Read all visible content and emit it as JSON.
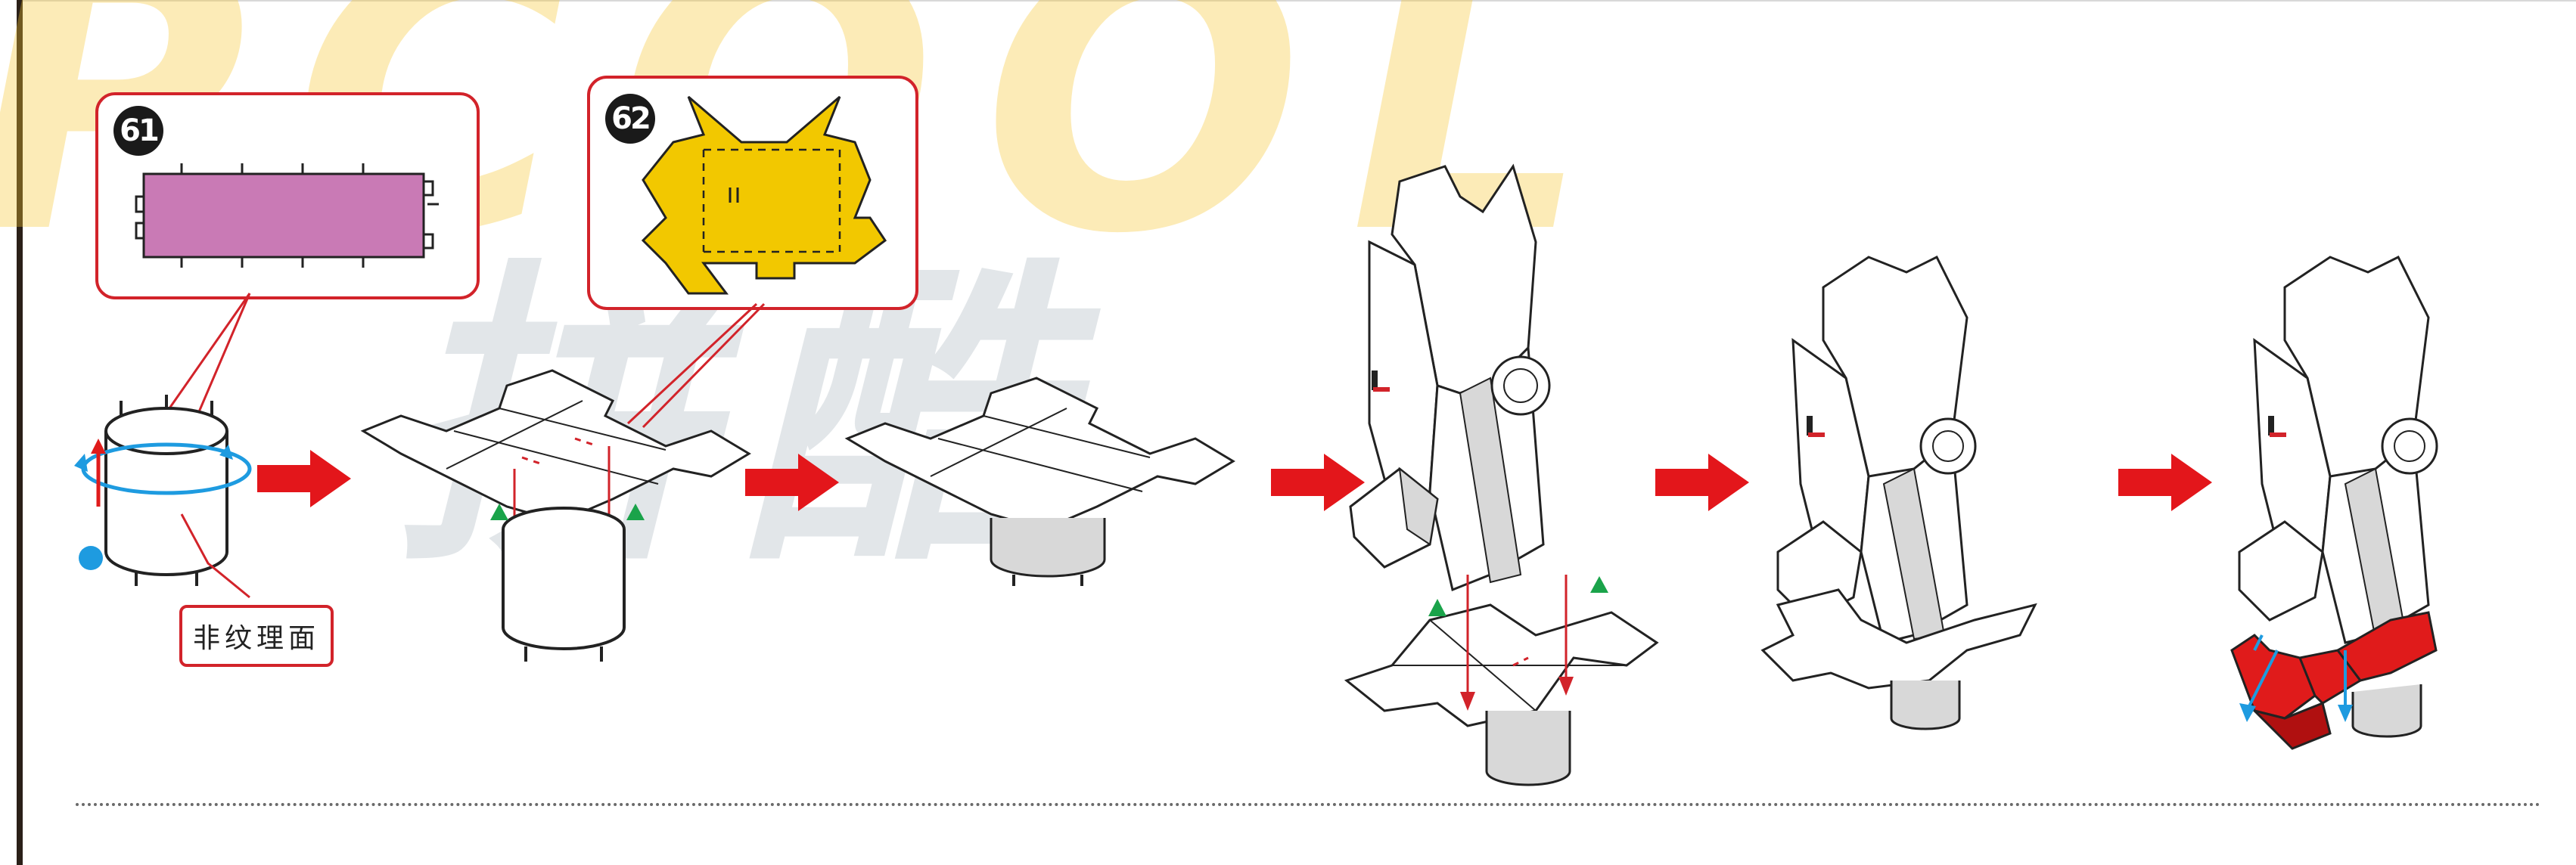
{
  "watermark": {
    "latin": "PCOOL",
    "chinese": "拼酷"
  },
  "steps": [
    {
      "id": "a",
      "part": "cylinder"
    },
    {
      "id": "b",
      "part": "cross-sheet-on-cylinder"
    },
    {
      "id": "c",
      "part": "cross-sheet-assembled"
    },
    {
      "id": "d",
      "part": "robot-leg-attach"
    },
    {
      "id": "e",
      "part": "robot-leg-assembled"
    },
    {
      "id": "f",
      "part": "robot-leg-red-skirt"
    }
  ],
  "callouts": {
    "part61": {
      "number": "61",
      "color": "#c97ab5"
    },
    "part62": {
      "number": "62",
      "color": "#f2c800"
    }
  },
  "labels": {
    "non_texture_surface": "非纹理面"
  },
  "colors": {
    "arrow": "#e3161b",
    "callout_border": "#d2232a",
    "triangle": "#1aa34a",
    "dot": "#1e9be0",
    "skirt": "#e01b1b",
    "rotate_arrow": "#1e9be0"
  }
}
